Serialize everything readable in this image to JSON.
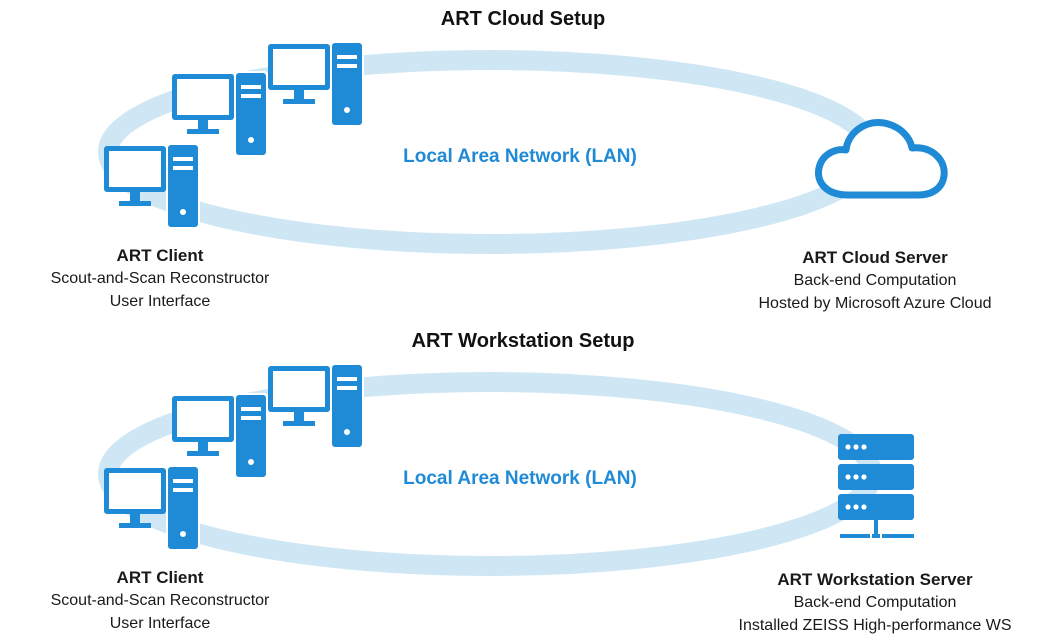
{
  "colors": {
    "ring": "#cfe7f4",
    "icon_blue": "#1f8ad6",
    "lan_text": "#1f8ad6",
    "text": "#1a1a1a"
  },
  "sections": [
    {
      "title": "ART Cloud Setup",
      "lan_label": "Local Area Network (LAN)",
      "left_icon": "computer-cluster-icon",
      "right_icon": "cloud-icon",
      "client": {
        "title": "ART Client",
        "lines": [
          "Scout-and-Scan Reconstructor",
          "User Interface"
        ]
      },
      "server": {
        "title": "ART Cloud Server",
        "lines": [
          "Back-end Computation",
          "Hosted by Microsoft Azure Cloud"
        ]
      }
    },
    {
      "title": "ART Workstation Setup",
      "lan_label": "Local Area Network (LAN)",
      "left_icon": "computer-cluster-icon",
      "right_icon": "server-rack-icon",
      "client": {
        "title": "ART Client",
        "lines": [
          "Scout-and-Scan Reconstructor",
          "User Interface"
        ]
      },
      "server": {
        "title": "ART Workstation Server",
        "lines": [
          "Back-end Computation",
          "Installed ZEISS High-performance WS"
        ]
      }
    }
  ]
}
